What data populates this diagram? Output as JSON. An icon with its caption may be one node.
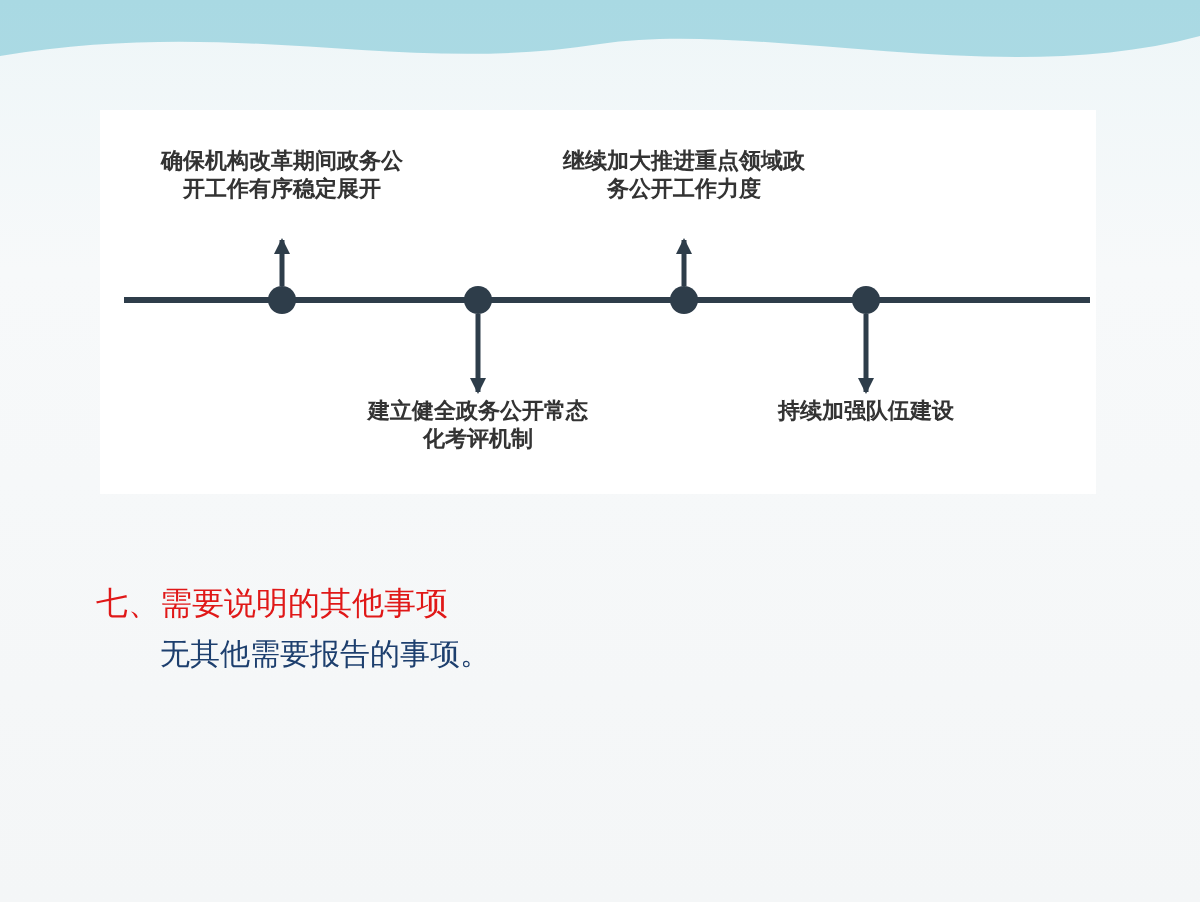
{
  "diagram": {
    "nodes": [
      {
        "text": [],
        "shape": "circle"
      },
      {
        "text": [],
        "shape": "circle"
      },
      {
        "text": [],
        "shape": "circle"
      },
      {
        "text": [],
        "shape": "circle"
      },
      {
        "text": [
          "确保机构改革期间政务公开工作有序稳定展开"
        ]
      },
      {
        "text": [
          "建立健全政务公开常态化考评机制"
        ]
      },
      {
        "text": [
          "继续加大推进重点领域政务公开工作力度"
        ]
      },
      {
        "text": [
          "持续加强队伍建设"
        ]
      }
    ],
    "edges": [
      {
        "from": 0,
        "to": 4,
        "arrow": "to"
      },
      {
        "from": 1,
        "to": 5,
        "arrow": "to"
      },
      {
        "from": 2,
        "to": 6,
        "arrow": "to"
      },
      {
        "from": 3,
        "to": 7,
        "arrow": "to"
      }
    ],
    "labels": [
      "七、需要说明的其他事项",
      "无其他需要报告的事项。"
    ]
  }
}
